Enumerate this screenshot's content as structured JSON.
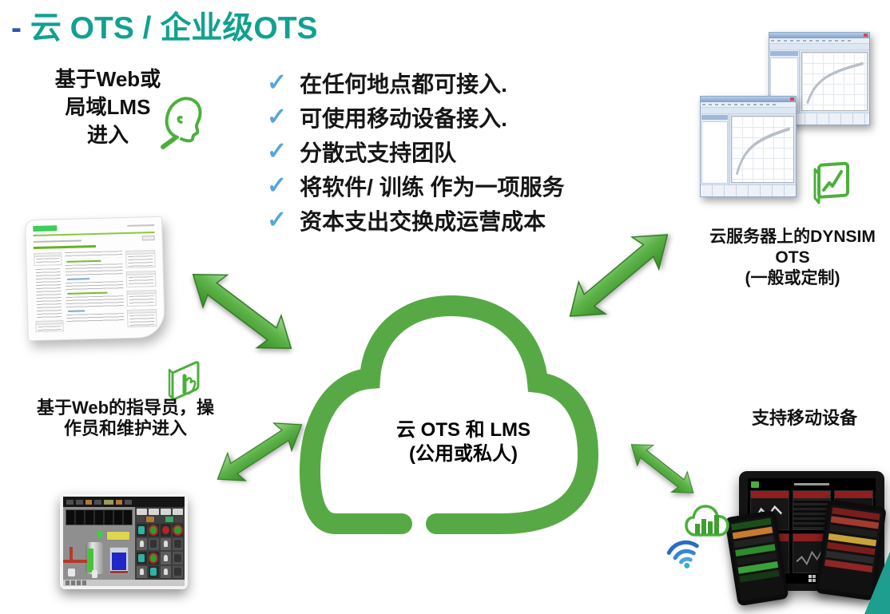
{
  "title": {
    "prefix": "-",
    "text": "云 OTS / 企业级OTS"
  },
  "access_label": {
    "line1": "基于Web或",
    "line2": "局域LMS",
    "line3": "进入"
  },
  "checklist": {
    "items": [
      "在任何地点都可接入.",
      "可使用移动设备接入.",
      "分散式支持团队",
      "将软件/ 训练 作为一项服务",
      "资本支出交换成运营成本"
    ]
  },
  "cloud_label": {
    "line1": "云 OTS 和 LMS",
    "line2": "(公用或私人)"
  },
  "dynsim_caption": {
    "line1": "云服务器上的DYNSIM",
    "line2": "OTS",
    "line3": "(一般或定制)"
  },
  "instructor_caption": {
    "line1": "基于Web的指导员，操",
    "line2": "作员和维护进入"
  },
  "mobile_caption": "支持移动设备",
  "colors": {
    "title_teal": "#12a190",
    "title_dash_blue": "#2b58a8",
    "check_blue": "#55a6d9",
    "diagram_green": "#57a945",
    "icon_green": "#4caf3c",
    "corner_teal": "#1d9e8e"
  }
}
